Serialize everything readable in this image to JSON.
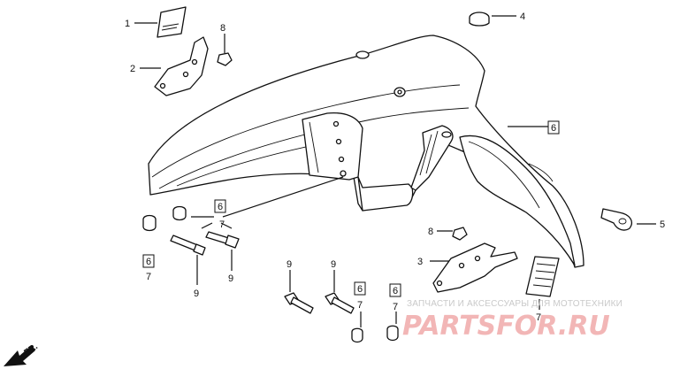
{
  "callouts": [
    {
      "id": "c1",
      "text": "1"
    },
    {
      "id": "c2",
      "text": "2"
    },
    {
      "id": "c3",
      "text": "3"
    },
    {
      "id": "c4",
      "text": "4"
    },
    {
      "id": "c5",
      "text": "5"
    },
    {
      "id": "c6a",
      "text": "6"
    },
    {
      "id": "c6b",
      "text": "6"
    },
    {
      "id": "c6c",
      "text": "6"
    },
    {
      "id": "c6d",
      "text": "6"
    },
    {
      "id": "c6e",
      "text": "6"
    },
    {
      "id": "c7a",
      "text": "7"
    },
    {
      "id": "c7b",
      "text": "7"
    },
    {
      "id": "c7c",
      "text": "7"
    },
    {
      "id": "c7d",
      "text": "7"
    },
    {
      "id": "c7e",
      "text": "7"
    },
    {
      "id": "c8a",
      "text": "8"
    },
    {
      "id": "c8b",
      "text": "8"
    },
    {
      "id": "c9a",
      "text": "9"
    },
    {
      "id": "c9b",
      "text": "9"
    },
    {
      "id": "c9c",
      "text": "9"
    },
    {
      "id": "c9d",
      "text": "9"
    }
  ],
  "direction_label": "FR.",
  "watermark": {
    "caption": "ЗАПЧАСТИ И АКСЕССУАРЫ ДЛЯ МОТОТЕХНИКИ",
    "brand": "PARTSFOR.RU"
  }
}
